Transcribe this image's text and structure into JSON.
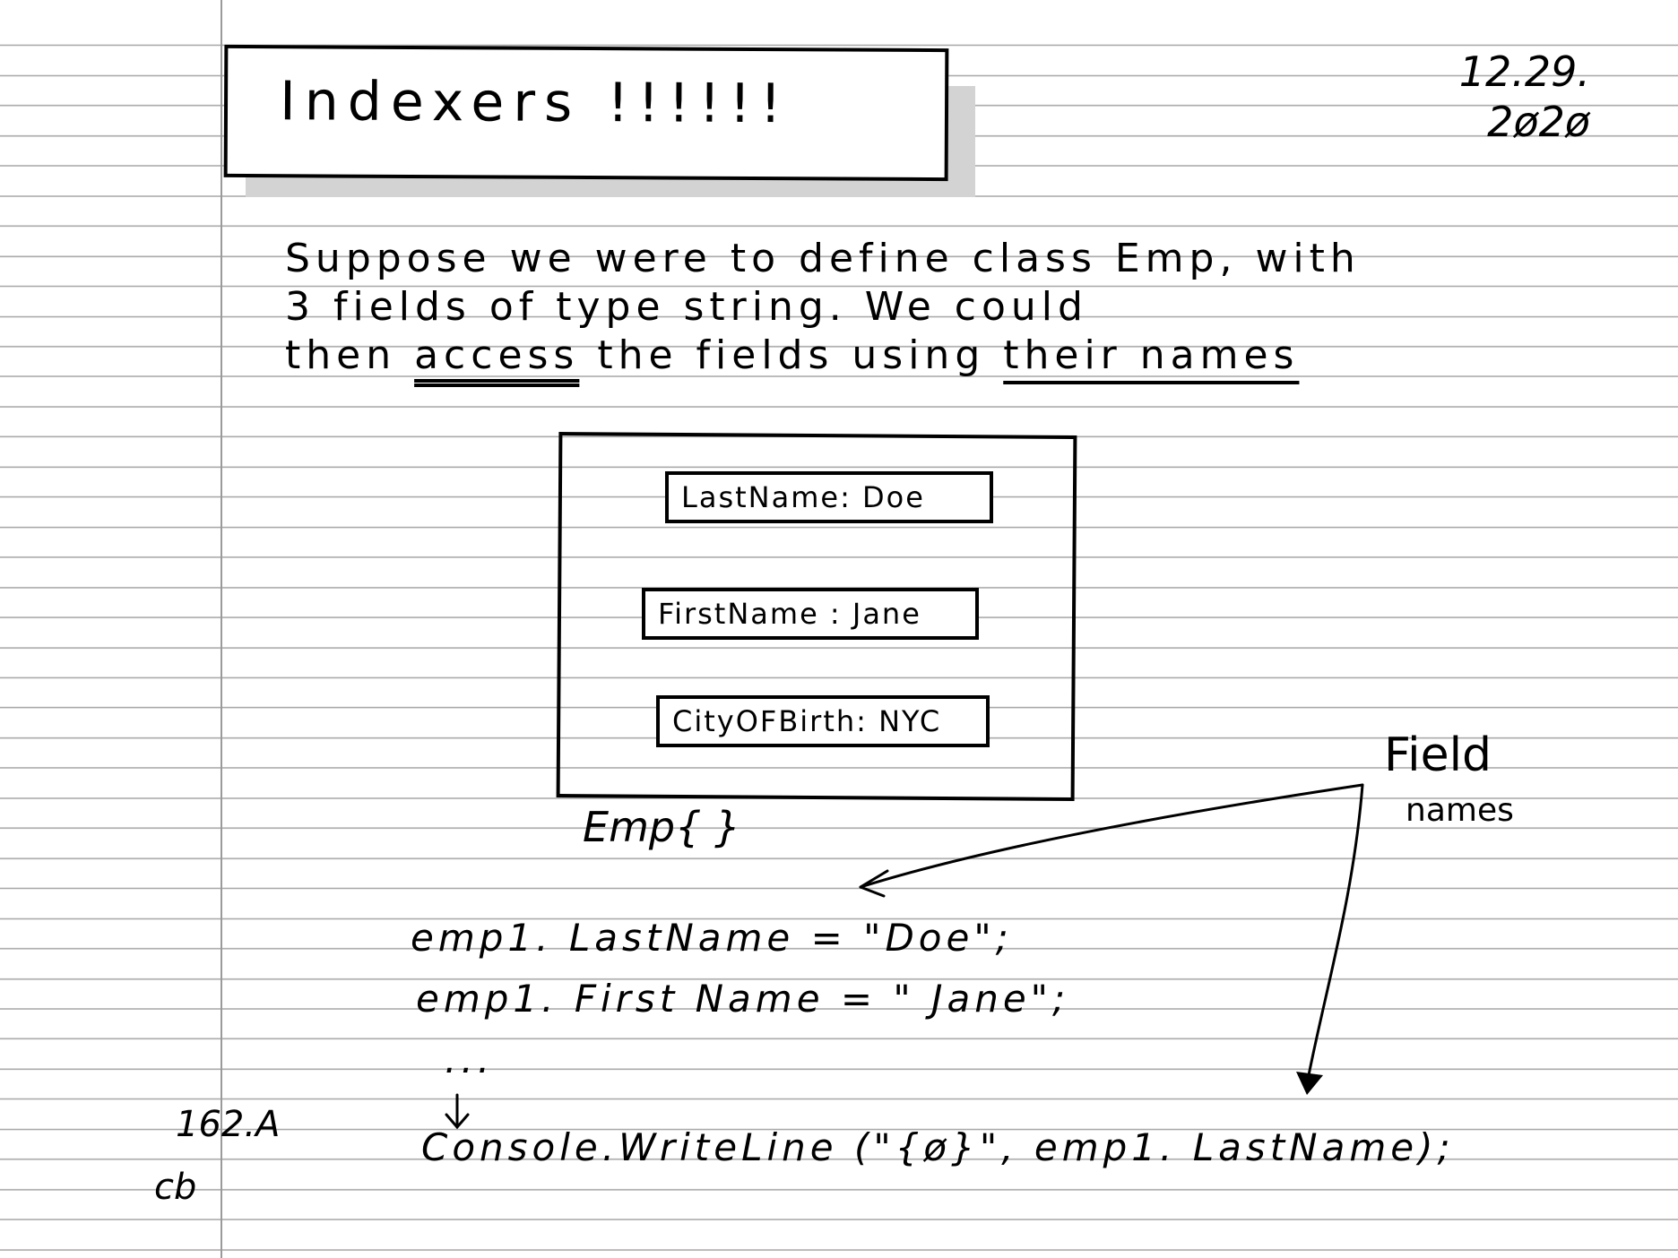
{
  "title": "Indexers !!!!!!",
  "date": {
    "line1": "12.29.",
    "line2": "2ø2ø"
  },
  "paragraph": {
    "line1": "Suppose we were to define class Emp, with",
    "line2": "3 fields of type string. We could",
    "line3_pre": "then ",
    "line3_access": "access",
    "line3_mid": " the fields using ",
    "line3_names": "their names"
  },
  "diagram": {
    "fields": [
      "LastName: Doe",
      "FirstName : Jane",
      "CityOFBirth: NYC"
    ],
    "class_label": "Emp{ }"
  },
  "annotation": {
    "line1": "Field",
    "line2": "names"
  },
  "code": [
    "emp1. LastName = \"Doe\";",
    "emp1. First Name = \" Jane\";",
    "...",
    "Console.WriteLine (\"{ø}\", emp1. LastName);"
  ],
  "page_number": "162.A",
  "initials": "cb"
}
